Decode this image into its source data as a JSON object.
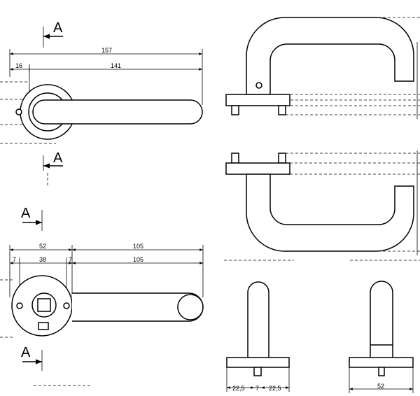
{
  "colors": {
    "line": "#000000",
    "background": "#ffffff"
  },
  "top_view": {
    "section_label_top": "A",
    "section_label_bottom": "A",
    "dim_total": "157",
    "dim_offset": "16",
    "dim_handle": "141"
  },
  "bottom_view": {
    "section_label_top": "A",
    "section_label_bottom": "A",
    "dim_rose": "52",
    "dim_handle_upper": "105",
    "dim_left_margin": "7",
    "dim_hole_spacing": "38",
    "dim_right_margin": "7",
    "dim_handle_lower": "105"
  },
  "front_view": {
    "dim_left": "22,5",
    "dim_center": "7",
    "dim_right": "22,5"
  },
  "side_view": {
    "dim_width": "52"
  }
}
